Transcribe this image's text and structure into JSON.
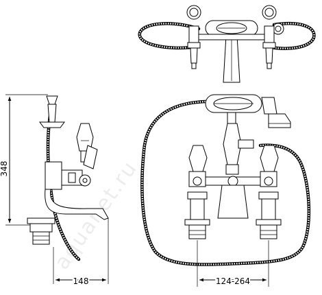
{
  "dimensions": {
    "height": "348",
    "depth": "148",
    "centres": "124-264"
  },
  "watermark": "aquanet.ru",
  "colors": {
    "line": "#000000",
    "background": "#ffffff"
  }
}
